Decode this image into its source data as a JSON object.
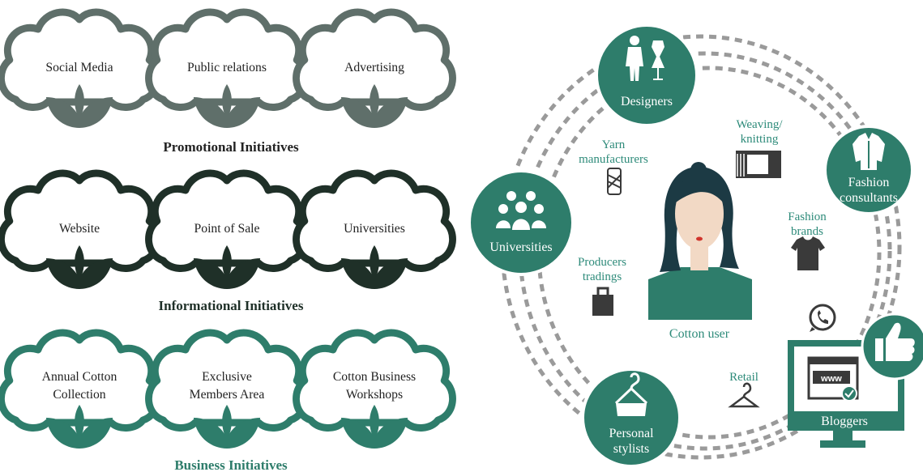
{
  "groups": [
    {
      "title": "Promotional Initiatives",
      "color": "#5f6f6a",
      "title_color": "#222222",
      "items": [
        [
          "Social Media"
        ],
        [
          "Public relations"
        ],
        [
          "Advertising"
        ]
      ]
    },
    {
      "title": "Informational Initiatives",
      "color": "#1f3028",
      "title_color": "#1f3028",
      "items": [
        [
          "Website"
        ],
        [
          "Point of Sale"
        ],
        [
          "Universities"
        ]
      ]
    },
    {
      "title": "Business Initiatives",
      "color": "#2e7d6b",
      "title_color": "#2e7d6b",
      "items": [
        [
          "Annual Cotton",
          "Collection"
        ],
        [
          "Exclusive",
          "Members Area"
        ],
        [
          "Cotton Business",
          "Workshops"
        ]
      ]
    }
  ],
  "network": {
    "nodes": [
      {
        "id": "designers",
        "lines": [
          "Designers"
        ],
        "icon": "designer-icon"
      },
      {
        "id": "fashion-consultants",
        "lines": [
          "Fashion",
          "consultants"
        ],
        "icon": "jacket-icon"
      },
      {
        "id": "universities",
        "lines": [
          "Universities"
        ],
        "icon": "people-icon"
      },
      {
        "id": "personal-stylists",
        "lines": [
          "Personal",
          "stylists"
        ],
        "icon": "hanger-icon"
      }
    ],
    "value_chain": [
      {
        "id": "yarn",
        "lines": [
          "Yarn",
          "manufacturers"
        ],
        "icon": "yarn-icon"
      },
      {
        "id": "weaving",
        "lines": [
          "Weaving/",
          "knitting"
        ],
        "icon": "loom-icon"
      },
      {
        "id": "brands",
        "lines": [
          "Fashion",
          "brands"
        ],
        "icon": "tshirt-icon"
      },
      {
        "id": "producers",
        "lines": [
          "Producers",
          "tradings"
        ],
        "icon": "bag-icon"
      },
      {
        "id": "retail",
        "lines": [
          "Retail"
        ],
        "icon": "hanger-icon"
      }
    ],
    "center_label": "Cotton user",
    "bloggers_label": "Bloggers",
    "bloggers_screen": "www",
    "colors": {
      "node": "#2e7d6b",
      "accent_text": "#2e8b7a",
      "icon_dark": "#3a3a3a",
      "dash": "#9a9a9a"
    }
  }
}
